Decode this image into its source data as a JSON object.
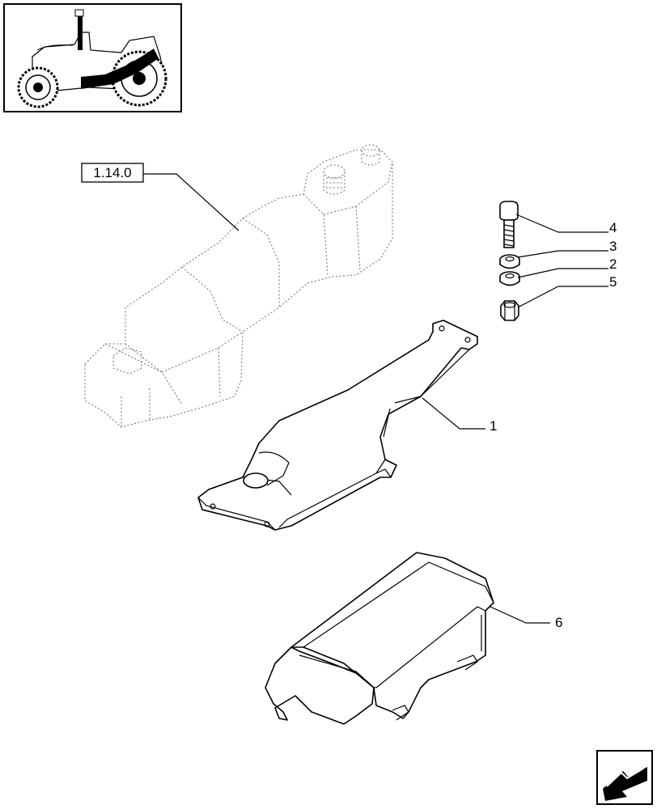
{
  "thumbnail": {
    "icon": "tractor-location-icon",
    "highlight_color": "#000000"
  },
  "reference": {
    "label": "1.14.0"
  },
  "callouts": [
    {
      "id": "callout-4",
      "label": "4"
    },
    {
      "id": "callout-3",
      "label": "3"
    },
    {
      "id": "callout-2",
      "label": "2"
    },
    {
      "id": "callout-5",
      "label": "5"
    },
    {
      "id": "callout-1",
      "label": "1"
    },
    {
      "id": "callout-6",
      "label": "6"
    }
  ],
  "nav": {
    "icon": "previous-page-arrow-icon"
  }
}
